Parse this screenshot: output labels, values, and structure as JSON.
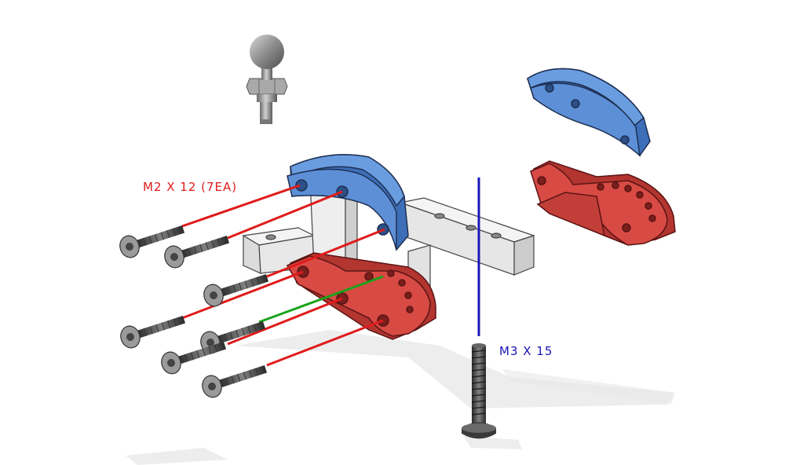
{
  "callouts": {
    "m2": {
      "text": "M2 X 12 (7EA)",
      "color": "#e01b1b"
    },
    "m3": {
      "text": "M3 X 15",
      "color": "#1a16b8"
    }
  },
  "colors": {
    "blue_part": "#5c8fd6",
    "red_part": "#d84a44",
    "white_part": "#ececec",
    "screw": "#8a8a8a",
    "green_line": "#1aa31a"
  },
  "parts": [
    "ball-stud",
    "blue-arc-plate",
    "red-bell-crank",
    "white-bracket",
    "m2-screws",
    "m3-screw",
    "blue-arc-plate-detached",
    "red-bell-crank-detached"
  ]
}
